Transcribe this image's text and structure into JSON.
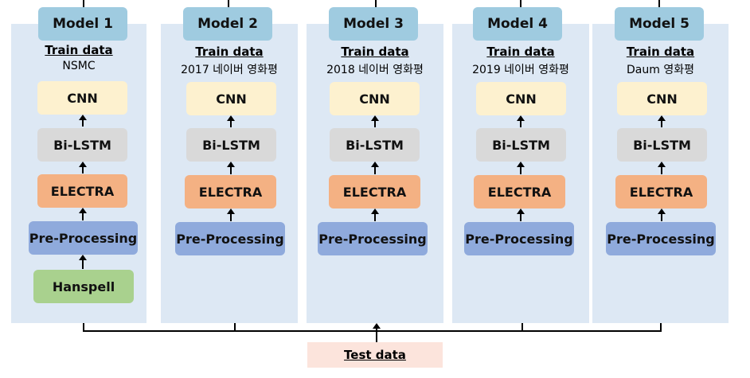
{
  "models": [
    {
      "label": "Model 1",
      "train_title": "Train data",
      "train_source": "NSMC",
      "hanspell": "Hanspell"
    },
    {
      "label": "Model 2",
      "train_title": "Train data",
      "train_source": "2017 네이버 영화평"
    },
    {
      "label": "Model 3",
      "train_title": "Train data",
      "train_source": "2018 네이버 영화평"
    },
    {
      "label": "Model 4",
      "train_title": "Train data",
      "train_source": "2019 네이버 영화평"
    },
    {
      "label": "Model 5",
      "train_title": "Train data",
      "train_source": "Daum 영화평"
    }
  ],
  "blocks": {
    "cnn": "CNN",
    "lstm": "Bi-LSTM",
    "electra": "ELECTRA",
    "preprocessing": "Pre-Processing"
  },
  "test_data": "Test data",
  "colors": {
    "panel": "#dde8f4",
    "model_label": "#9fcbe0",
    "cnn": "#fdf1cf",
    "lstm": "#d9d9d9",
    "electra": "#f4b183",
    "preprocessing": "#8faadc",
    "hanspell": "#a9d18e",
    "test_box": "#fce4dc"
  }
}
